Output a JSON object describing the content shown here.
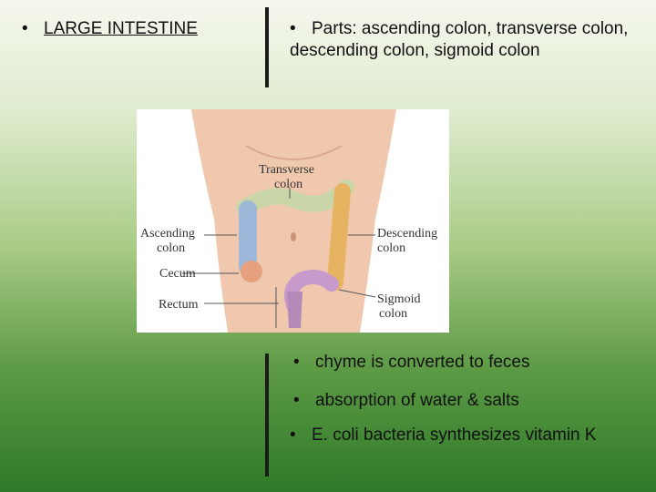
{
  "left_heading": {
    "bullet": "•",
    "text": "LARGE INTESTINE"
  },
  "parts": {
    "bullet": "•",
    "text": "Parts:  ascending colon, transverse colon, descending colon, sigmoid colon"
  },
  "points": [
    {
      "bullet": "•",
      "text": "chyme is converted to feces"
    },
    {
      "bullet": "•",
      "text": "absorption of water & salts"
    },
    {
      "bullet": "•",
      "text": "E. coli bacteria synthesizes vitamin K"
    }
  ],
  "figure": {
    "labels": {
      "transverse_1": "Transverse",
      "transverse_2": "colon",
      "ascending_1": "Ascending",
      "ascending_2": "colon",
      "descending_1": "Descending",
      "descending_2": "colon",
      "cecum": "Cecum",
      "rectum": "Rectum",
      "sigmoid_1": "Sigmoid",
      "sigmoid_2": "colon"
    },
    "colors": {
      "skin": "#f0c8ae",
      "ascending": "#9fb7d9",
      "transverse": "#c9d6a8",
      "descending": "#e6b461",
      "sigmoid": "#c79acb",
      "cecum": "#e7a07d"
    }
  }
}
